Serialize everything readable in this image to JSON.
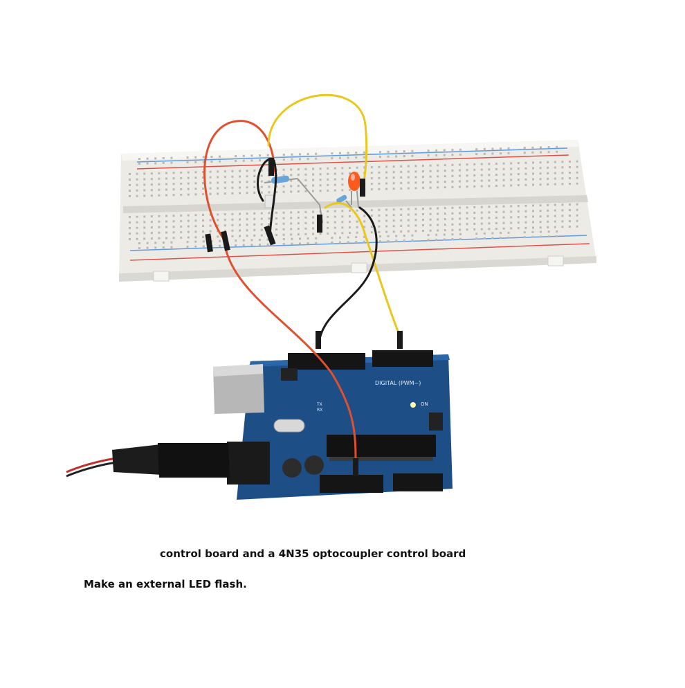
{
  "photo": {
    "breadcode_digits": "DIGITAL (PWM~)",
    "board_on_label": "ON",
    "tx_label": "TX",
    "rx_label": "RX"
  },
  "captions": {
    "line1": "control board and a 4N35 optocoupler control board",
    "line2": "Make an external LED flash."
  },
  "colors": {
    "breadboard": "#f1f0ec",
    "board": "#1d4f86",
    "wire_red": "#e0502f",
    "wire_yellow": "#e8c81e",
    "wire_black": "#1a1a1a",
    "led": "#ff5a1e"
  }
}
